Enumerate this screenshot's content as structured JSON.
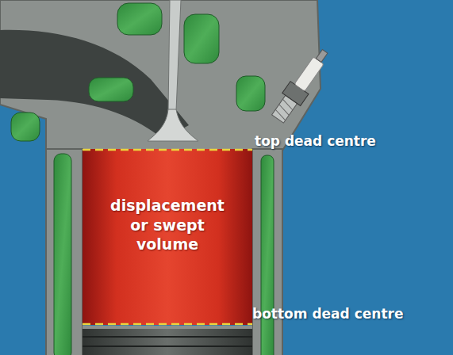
{
  "diagram": {
    "nodes": [
      {
        "text": [
          "displacement or swept volume"
        ]
      }
    ],
    "labels": [
      "top dead centre",
      "bottom dead centre"
    ]
  }
}
